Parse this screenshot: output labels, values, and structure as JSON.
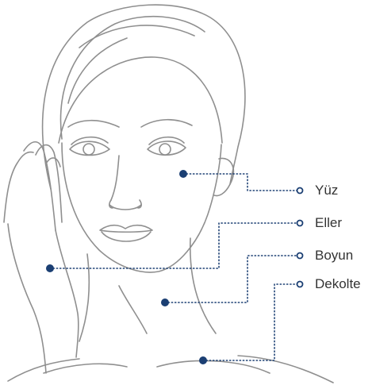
{
  "colors": {
    "line_art": "#8f8f8f",
    "accent": "#1b3f73",
    "text": "#333333"
  },
  "callouts": [
    {
      "id": "face",
      "label": "Yüz"
    },
    {
      "id": "hands",
      "label": "Eller"
    },
    {
      "id": "neck",
      "label": "Boyun"
    },
    {
      "id": "decollete",
      "label": "Dekolte"
    }
  ]
}
